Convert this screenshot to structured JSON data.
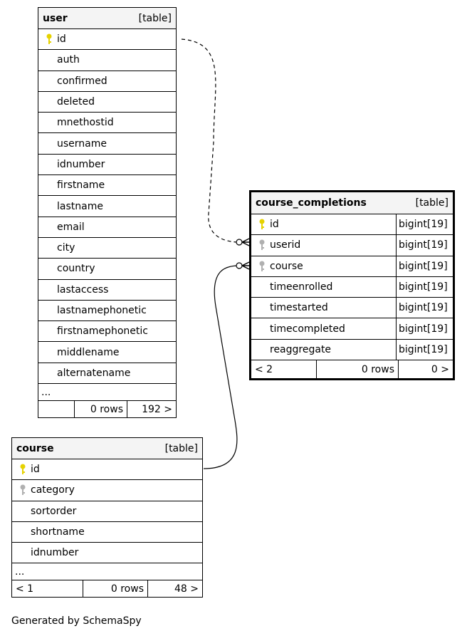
{
  "tables": {
    "user": {
      "name": "user",
      "tag": "[table]",
      "columns": [
        {
          "name": "id",
          "key": "primary"
        },
        {
          "name": "auth",
          "key": "none"
        },
        {
          "name": "confirmed",
          "key": "none"
        },
        {
          "name": "deleted",
          "key": "none"
        },
        {
          "name": "mnethostid",
          "key": "none"
        },
        {
          "name": "username",
          "key": "none"
        },
        {
          "name": "idnumber",
          "key": "none"
        },
        {
          "name": "firstname",
          "key": "none"
        },
        {
          "name": "lastname",
          "key": "none"
        },
        {
          "name": "email",
          "key": "none"
        },
        {
          "name": "city",
          "key": "none"
        },
        {
          "name": "country",
          "key": "none"
        },
        {
          "name": "lastaccess",
          "key": "none"
        },
        {
          "name": "lastnamephonetic",
          "key": "none"
        },
        {
          "name": "firstnamephonetic",
          "key": "none"
        },
        {
          "name": "middlename",
          "key": "none"
        },
        {
          "name": "alternatename",
          "key": "none"
        }
      ],
      "ellipsis": "...",
      "footer": {
        "parents": "",
        "rows": "0 rows",
        "children": "192 >"
      }
    },
    "course_completions": {
      "name": "course_completions",
      "tag": "[table]",
      "columns": [
        {
          "name": "id",
          "key": "primary",
          "type": "bigint[19]"
        },
        {
          "name": "userid",
          "key": "foreign",
          "type": "bigint[19]"
        },
        {
          "name": "course",
          "key": "foreign",
          "type": "bigint[19]"
        },
        {
          "name": "timeenrolled",
          "key": "none",
          "type": "bigint[19]"
        },
        {
          "name": "timestarted",
          "key": "none",
          "type": "bigint[19]"
        },
        {
          "name": "timecompleted",
          "key": "none",
          "type": "bigint[19]"
        },
        {
          "name": "reaggregate",
          "key": "none",
          "type": "bigint[19]"
        }
      ],
      "footer": {
        "parents": "< 2",
        "rows": "0 rows",
        "children": "0 >"
      }
    },
    "course": {
      "name": "course",
      "tag": "[table]",
      "columns": [
        {
          "name": "id",
          "key": "primary"
        },
        {
          "name": "category",
          "key": "foreign"
        },
        {
          "name": "sortorder",
          "key": "none"
        },
        {
          "name": "shortname",
          "key": "none"
        },
        {
          "name": "idnumber",
          "key": "none"
        }
      ],
      "ellipsis": "...",
      "footer": {
        "parents": "< 1",
        "rows": "0 rows",
        "children": "48 >"
      }
    }
  },
  "colors": {
    "primary_key": "#e6d200",
    "foreign_key": "#b0b0b0",
    "header_bg": "#f4f4f4"
  },
  "generated_by": "Generated by SchemaSpy"
}
